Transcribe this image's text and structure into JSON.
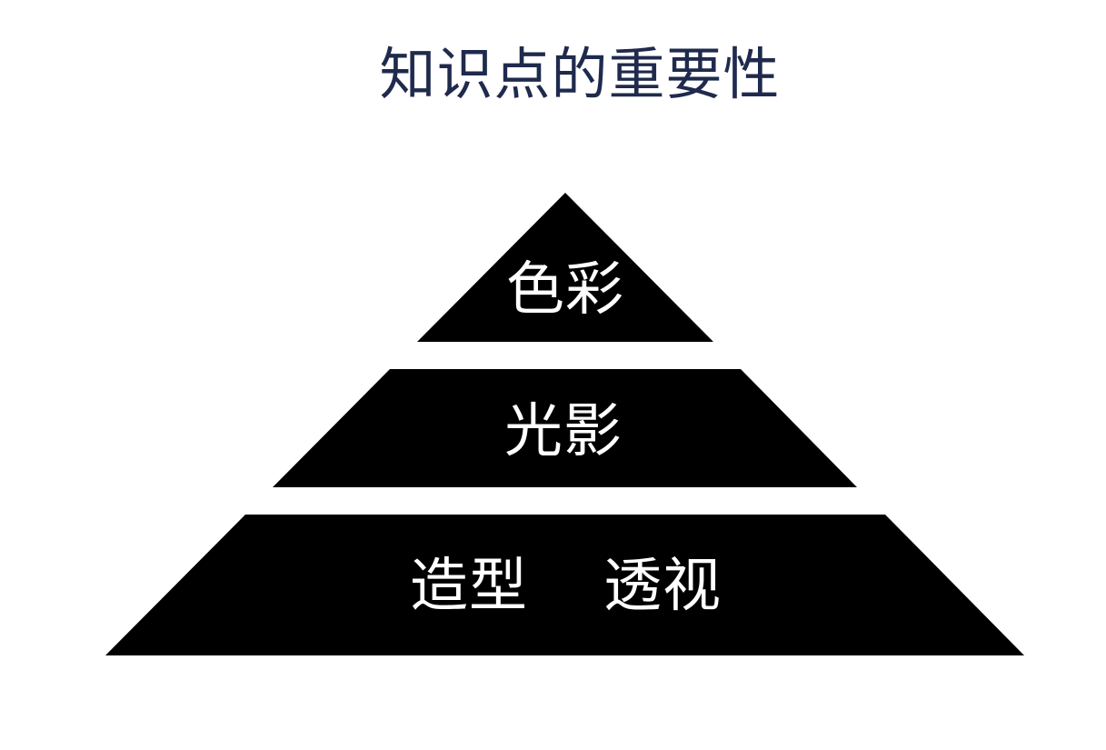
{
  "title": "知识点的重要性",
  "colors": {
    "title": "#1f2a4d",
    "tier_fill": "#000000",
    "tier_text": "#ffffff",
    "background": "#ffffff"
  },
  "tiers": {
    "top": {
      "label": "色彩"
    },
    "middle": {
      "label": "光影"
    },
    "bottom": {
      "label_left": "造型",
      "label_right": "透视"
    }
  }
}
